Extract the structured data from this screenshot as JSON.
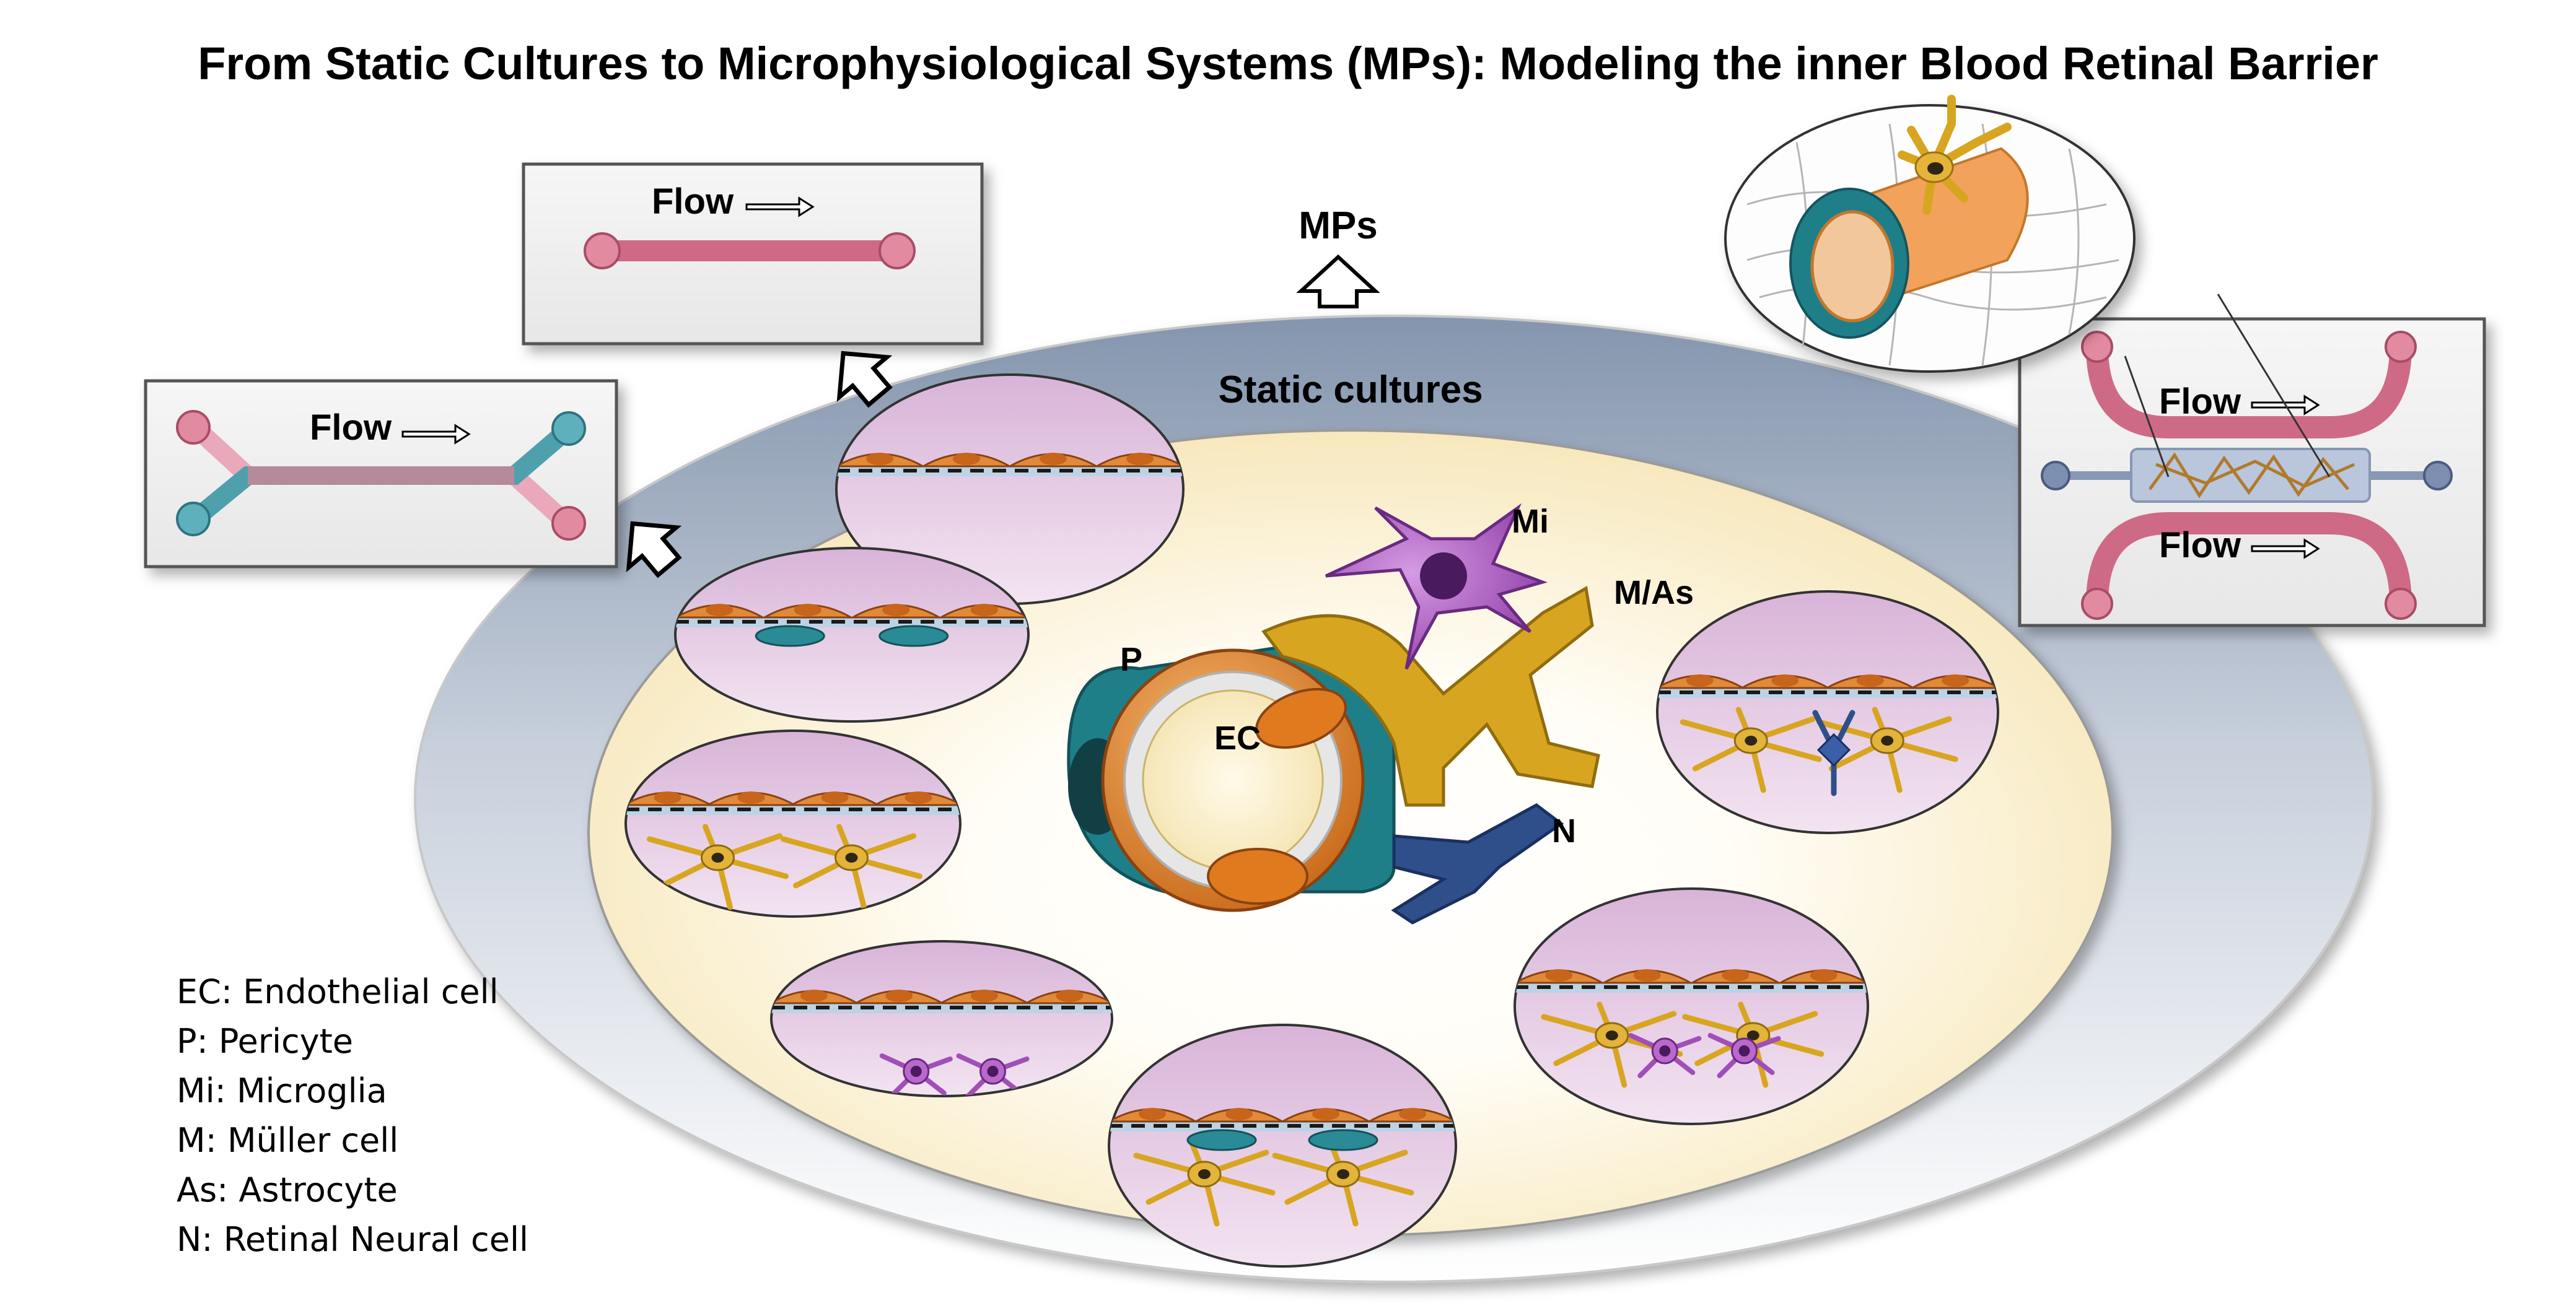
{
  "title": "From Static Cultures to Microphysiological Systems (MPs): Modeling the inner Blood Retinal Barrier",
  "outer_label": "MPs",
  "inner_label": "Static cultures",
  "cell_labels": {
    "pericyte": "P",
    "endothelial": "EC",
    "microglia": "Mi",
    "muller_astrocyte": "M/As",
    "neural": "N"
  },
  "devices": {
    "straight_channel": {
      "flow_label": "Flow"
    },
    "branched_channel": {
      "flow_label": "Flow"
    },
    "dual_channel": {
      "flow_top_label": "Flow",
      "flow_bottom_label": "Flow"
    }
  },
  "legend": [
    "EC: Endothelial cell",
    "P: Pericyte",
    "Mi: Microglia",
    "M: Müller cell",
    "As: Astrocyte",
    "N: Retinal Neural cell"
  ],
  "colors": {
    "outer_ring": "#a9b6c9",
    "static_area": "#fbf3dc",
    "endothelial": "#d9822b",
    "pericyte": "#2a8a95",
    "microglia": "#a14fb8",
    "astrocyte": "#d8a520",
    "neural": "#2f4f8a",
    "channel_pink": "#cf6a86",
    "channel_teal": "#4ea0ad",
    "culture_well": "#e7cfe6"
  }
}
